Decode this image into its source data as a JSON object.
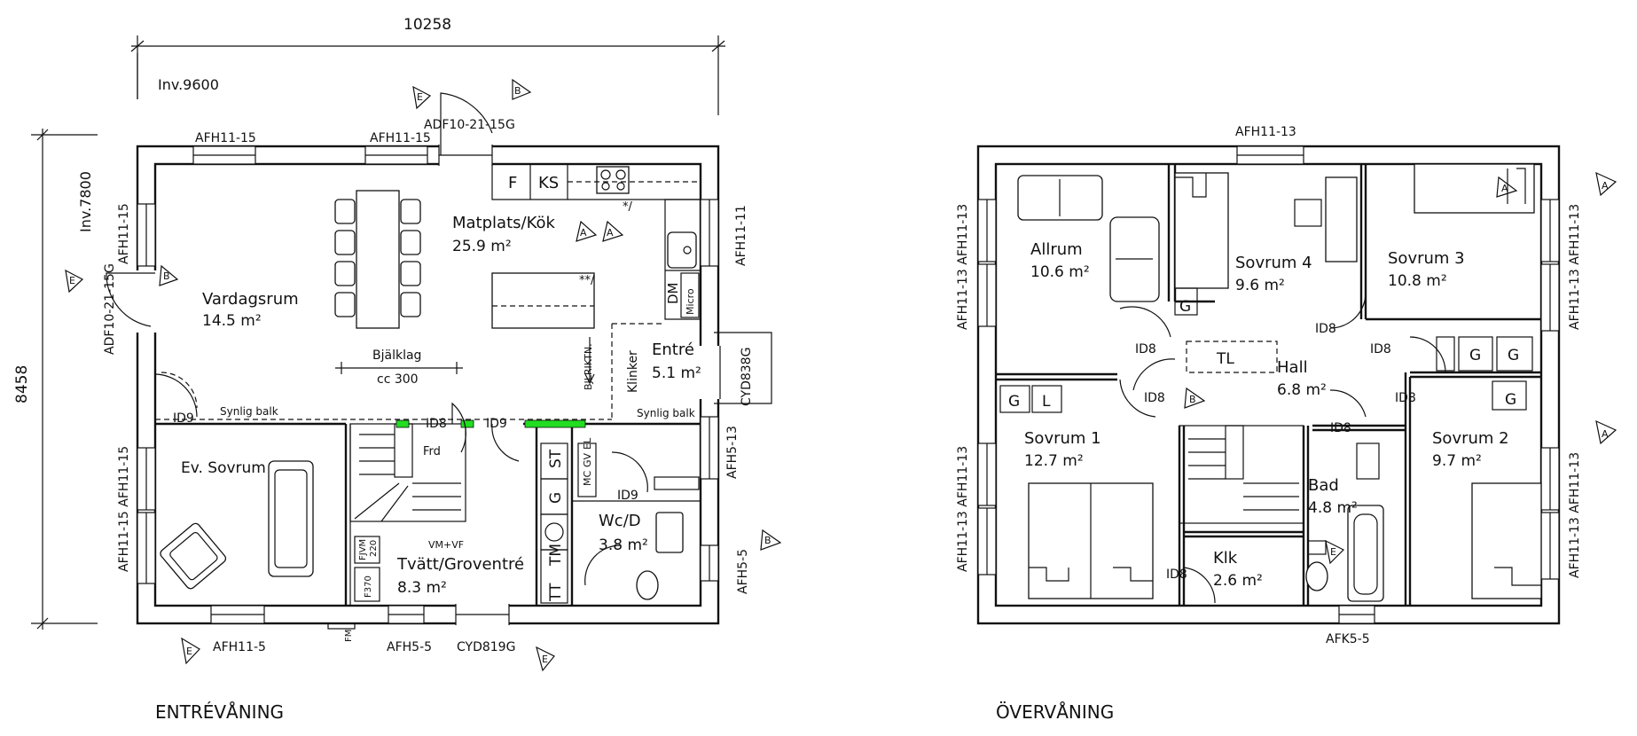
{
  "dimensions": {
    "width_total": "10258",
    "inner_width": "Inv.9600",
    "height_total": "8458",
    "inner_height": "Inv.7800"
  },
  "floors": [
    {
      "title": "ENTRÉVÅNING"
    },
    {
      "title": "ÖVERVÅNING"
    }
  ],
  "ground_rooms": [
    {
      "name": "Vardagsrum",
      "area": "14.5 m²"
    },
    {
      "name": "Matplats/Kök",
      "area": "25.9 m²"
    },
    {
      "name": "Entré",
      "area": "5.1 m²"
    },
    {
      "name": "Ev. Sovrum",
      "area": ""
    },
    {
      "name": "Tvätt/Groventré",
      "area": "8.3 m²"
    },
    {
      "name": "Wc/D",
      "area": "3.8 m²"
    }
  ],
  "upper_rooms": [
    {
      "name": "Allrum",
      "area": "10.6 m²"
    },
    {
      "name": "Sovrum 4",
      "area": "9.6 m²"
    },
    {
      "name": "Sovrum 3",
      "area": "10.8 m²"
    },
    {
      "name": "Hall",
      "area": "6.8 m²"
    },
    {
      "name": "Sovrum 1",
      "area": "12.7 m²"
    },
    {
      "name": "Sovrum 2",
      "area": "9.7 m²"
    },
    {
      "name": "Bad",
      "area": "4.8 m²"
    },
    {
      "name": "Klk",
      "area": "2.6 m²"
    }
  ],
  "ground_windows": [
    "AFH11-15",
    "AFH11-15",
    "AFH11-15",
    "AFH11-15 AFH11-15",
    "AFH11-11",
    "AFH5-13",
    "AFH5-5",
    "AFH11-5",
    "AFH5-5"
  ],
  "ground_doors": [
    "ADF10-21-15G",
    "ADF10-21-15G",
    "CYD838G",
    "CYD819G"
  ],
  "upper_windows": [
    "AFH11-13",
    "AFH11-13 AFH11-13",
    "AFH11-13 AFH11-13",
    "AFH11-13 AFH11-13",
    "AFH11-13 AFH11-13",
    "AFK5-5"
  ],
  "interior_doors": [
    "ID8",
    "ID9",
    "ID9",
    "ID9"
  ],
  "upper_interior_doors": [
    "ID8",
    "ID8",
    "ID8",
    "ID8",
    "ID8",
    "ID8",
    "ID8"
  ],
  "fixtures": {
    "fridge": "F",
    "freezer": "KS",
    "dishwasher": "DM",
    "micro": "Micro",
    "storage_st": "ST",
    "storage_g": "G",
    "tt": "TT",
    "tm": "TM",
    "mc": "MC",
    "gv": "GV",
    "el": "EL",
    "fjvm": "FJVM",
    "fjvm_val": "220",
    "f370": "F370",
    "vmvf": "VM+VF",
    "fm": "FM",
    "frd": "Frd",
    "tl": "TL",
    "l": "L"
  },
  "notes": {
    "joists": "Bjälklag",
    "cc": "cc 300",
    "beam": "Synlig balk",
    "beam2": "Synlig balk",
    "tile": "Klinker",
    "dir": "BJLRIKTN.",
    "star1": "*/",
    "star2": "**/"
  },
  "markers": [
    "A",
    "A",
    "B",
    "B",
    "B",
    "E",
    "E",
    "E",
    "E",
    "E",
    "A",
    "A",
    "A",
    "B"
  ]
}
